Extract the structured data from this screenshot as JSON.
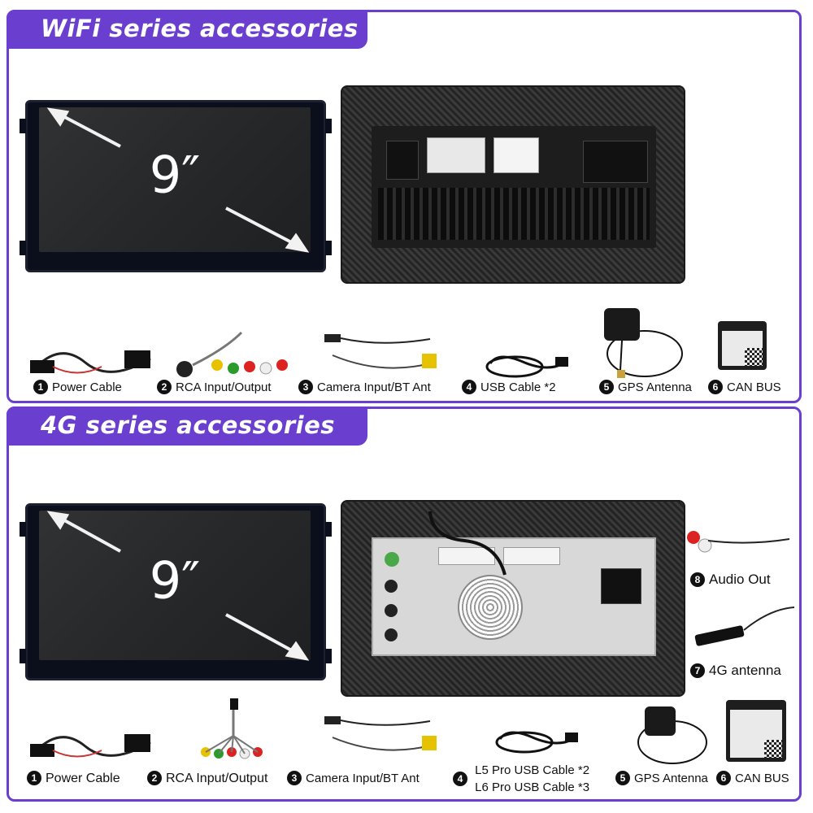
{
  "wifi": {
    "title": "WiFi series accessories",
    "screen_size": "9″",
    "accessories": [
      {
        "num": "1",
        "label": "Power Cable"
      },
      {
        "num": "2",
        "label": "RCA Input/Output"
      },
      {
        "num": "3",
        "label": "Camera Input/BT Ant"
      },
      {
        "num": "4",
        "label": "USB Cable *2"
      },
      {
        "num": "5",
        "label": "GPS Antenna"
      },
      {
        "num": "6",
        "label": "CAN BUS"
      }
    ]
  },
  "g4": {
    "title": "4G series accessories",
    "screen_size": "9″",
    "accessories": [
      {
        "num": "1",
        "label": "Power Cable"
      },
      {
        "num": "2",
        "label": "RCA Input/Output"
      },
      {
        "num": "3",
        "label": "Camera Input/BT Ant"
      },
      {
        "num": "4",
        "label": "L5 Pro USB Cable *2",
        "label2": "L6 Pro USB Cable *3"
      },
      {
        "num": "5",
        "label": "GPS Antenna"
      },
      {
        "num": "6",
        "label": "CAN BUS"
      },
      {
        "num": "7",
        "label": "4G antenna"
      },
      {
        "num": "8",
        "label": "Audio Out"
      }
    ]
  },
  "colors": {
    "accent": "#6a3fd0",
    "panel": "#2b2b2b"
  }
}
